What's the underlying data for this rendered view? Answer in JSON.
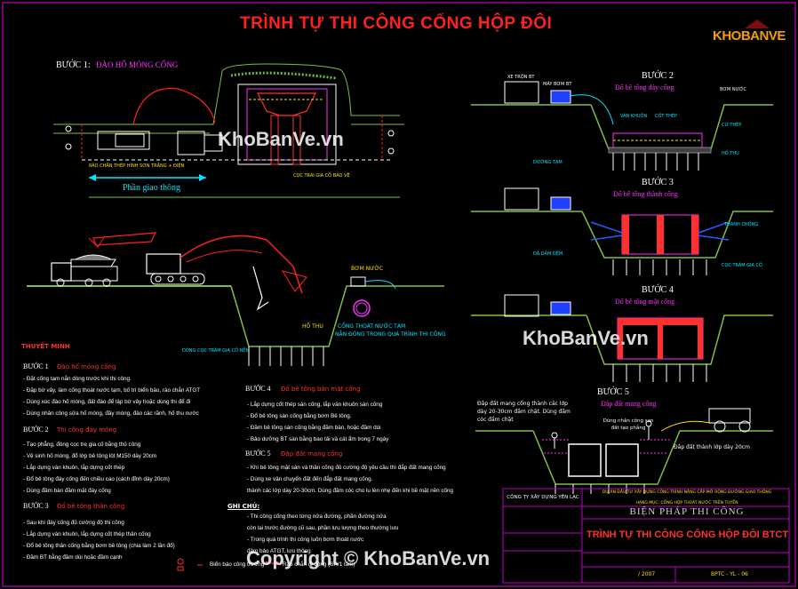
{
  "title": "TRÌNH TỰ THI CÔNG CỐNG HỘP ĐÔI",
  "logo": {
    "text": "KHOBANVE",
    "mark": "house-logo"
  },
  "watermark": "KhoBanVe.vn",
  "copyright": "Copyright © KhoBanVe.vn",
  "step1": {
    "label": "BƯỚC 1:",
    "sub": "ĐÀO HỐ MÓNG CỐNG",
    "traffic": "Phần giao thông",
    "fence_note": "RÀO CHẮN THÉP HÌNH SƠN TRẮNG + ĐIỆN",
    "excavation_note": "CỌC TRÁI GIA CỐ BẢO VỆ",
    "pump_label": "BƠM NƯỚC",
    "sump": "HỐ THU",
    "temp_culvert": "CỐNG THOÁT NƯỚC TẠM",
    "pile_note": "NẰN ĐÓNG TRONG QUÁ TRÌNH THI CÔNG",
    "sheet_note": "ĐÓNG CỌC TRÀM GIA CỐ NỀN"
  },
  "step2": {
    "label": "BƯỚC 2",
    "sub": "Đổ bê tông đáy cống"
  },
  "step3": {
    "label": "BƯỚC 3",
    "sub": "Đổ bê tông thành cống"
  },
  "step4": {
    "label": "BƯỚC 4",
    "sub": "Đổ bê tông mặt cống"
  },
  "step5": {
    "label": "BƯỚC 5",
    "sub": "Đắp đất mang cống",
    "note_left": "Đắp đất mang cống thành các lớp dày 20-30cm đầm chặt. Dùng đầm cóc đầm chặt",
    "note_center": "Dùng nhân công san đất tạo phẳng",
    "note_right": "Đắp đất thành lớp dày 20cm"
  },
  "labels": {
    "concrete_truck": "XE TRỘN BT",
    "pump_truck": "MÁY BƠM BT",
    "water_pump": "BƠM NƯỚC",
    "formwork": "VÁN KHUÔN",
    "steel": "CỐT THÉP",
    "sheet_pile": "CỪ THÉP",
    "sump": "HỐ THU",
    "road": "ĐƯỜNG TẠM",
    "gravel": "ĐÁ DĂM ĐỆM",
    "piles": "CỌC TRÀM GIA CỐ",
    "brace": "THANH CHỐNG"
  },
  "explain": {
    "heading": "THUYẾT MINH",
    "b1_title": "BƯỚC 1",
    "b1_sub": "Đào hố móng cống",
    "b1_lines": [
      "- Đặt cống tạm nắn dòng trước khi thi công.",
      "- Đặp bờ vây, làm cống thoát nước tạm, bố trí biển báo, rào chắn ATGT",
      "- Dùng xúc đào hố móng, đất đào để lập bờ vây hoặc dùng thi để đi",
      "- Dùng nhân công sửa hố móng, đầy móng, đào các rãnh, hố thu nước"
    ],
    "b2_title": "BƯỚC 2",
    "b2_sub": "Thi công đáy móng",
    "b2_lines": [
      "- Tạo phẳng, đóng cọc tre gia cố bằng thủ công",
      "- Vệ sinh hố móng, đổ lớp bê tông lót M150 dày 20cm",
      "- Lắp dựng ván khuôn, lắp dựng cốt thép",
      "- Đổ bê tông đáy cống đến chiều cao (cách đỉnh dày 20cm)",
      "- Dùng đầm bàn đầm mặt đáy cống"
    ],
    "b3_title": "BƯỚC 3",
    "b3_sub": "Đổ bê tông thân cống",
    "b3_lines": [
      "- Sau khi đáy cống đủ cường độ thi công",
      "- Lắp dựng ván khuôn, lắp dựng cốt thép thân cống",
      "- Đổ bê tông thân cống bằng bơm bê tông (chia làm 2 lần đổ)",
      "- Đầm BT bằng đầm dùi hoặc đầm cạnh"
    ],
    "b4_title": "BƯỚC 4",
    "b4_sub": "Đổ bê tông bản mặt cống",
    "b4_lines": [
      "- Lắp dựng cốt thép sàn cống, lắp ván khuôn sàn cống",
      "- Đổ bê tông sàn cống bằng bơm Bê tông.",
      "- Đầm bê tông sàn cống bằng đầm bàn, hoặc đầm dùi",
      "- Bảo dưỡng BT sàn bằng bao tải và cát ẩm trong 7 ngày"
    ],
    "b5_title": "BƯỚC 5",
    "b5_sub": "Đắp đất mang cống",
    "b5_lines": [
      "- Khi bê tông mặt sàn và thân cống đủ cường độ yêu cầu thì đắp đất mang cống",
      "- Dùng xe vận chuyển đất đến đắp đất mang cống.",
      "thành các lớp dày 20-30cm. Dùng đầm cóc cho lu lèn nhẹ đến khi bề mặt nền cống"
    ],
    "notes_title": "GHI CHÚ:",
    "notes": [
      "- Thi công cống theo từng nửa đường, phần đường nửa",
      "  còn lại trước đường cũ sau, phần lưu lượng theo thường lưu",
      "- Trong quá trình thi công luôn bơm thoát nước",
      "  đảm bảo ATGT, lưu thông"
    ],
    "legend_sign": "Biển báo công trường",
    "legend_fence": "Rào chắn di động (SH/1 tấm)"
  },
  "titleblock": {
    "company": "CÔNG TY XÂY DỰNG YÊN LẠC",
    "project_line": "DỰ ÁN ĐẦU TƯ XÂY DỰNG CÔNG TRÌNH NÂNG CẤP MỞ RỘNG ĐƯỜNG GIAO THÔNG",
    "item_line": "HẠNG MỤC: CỐNG HỘP THOÁT NƯỚC TRÊN TUYẾN",
    "section": "BIỆN PHÁP THI CÔNG",
    "drawing": "TRÌNH TỰ THI CÔNG CỐNG HỘP ĐÔI BTCT",
    "date": "/ 2007",
    "code": "BPTC - YL - 06"
  },
  "colors": {
    "title_red": "#ff2020",
    "magenta": "#ff30ff",
    "yellow": "#ffe000",
    "cyan": "#00e5ff",
    "frame_pink": "#c000c0"
  }
}
